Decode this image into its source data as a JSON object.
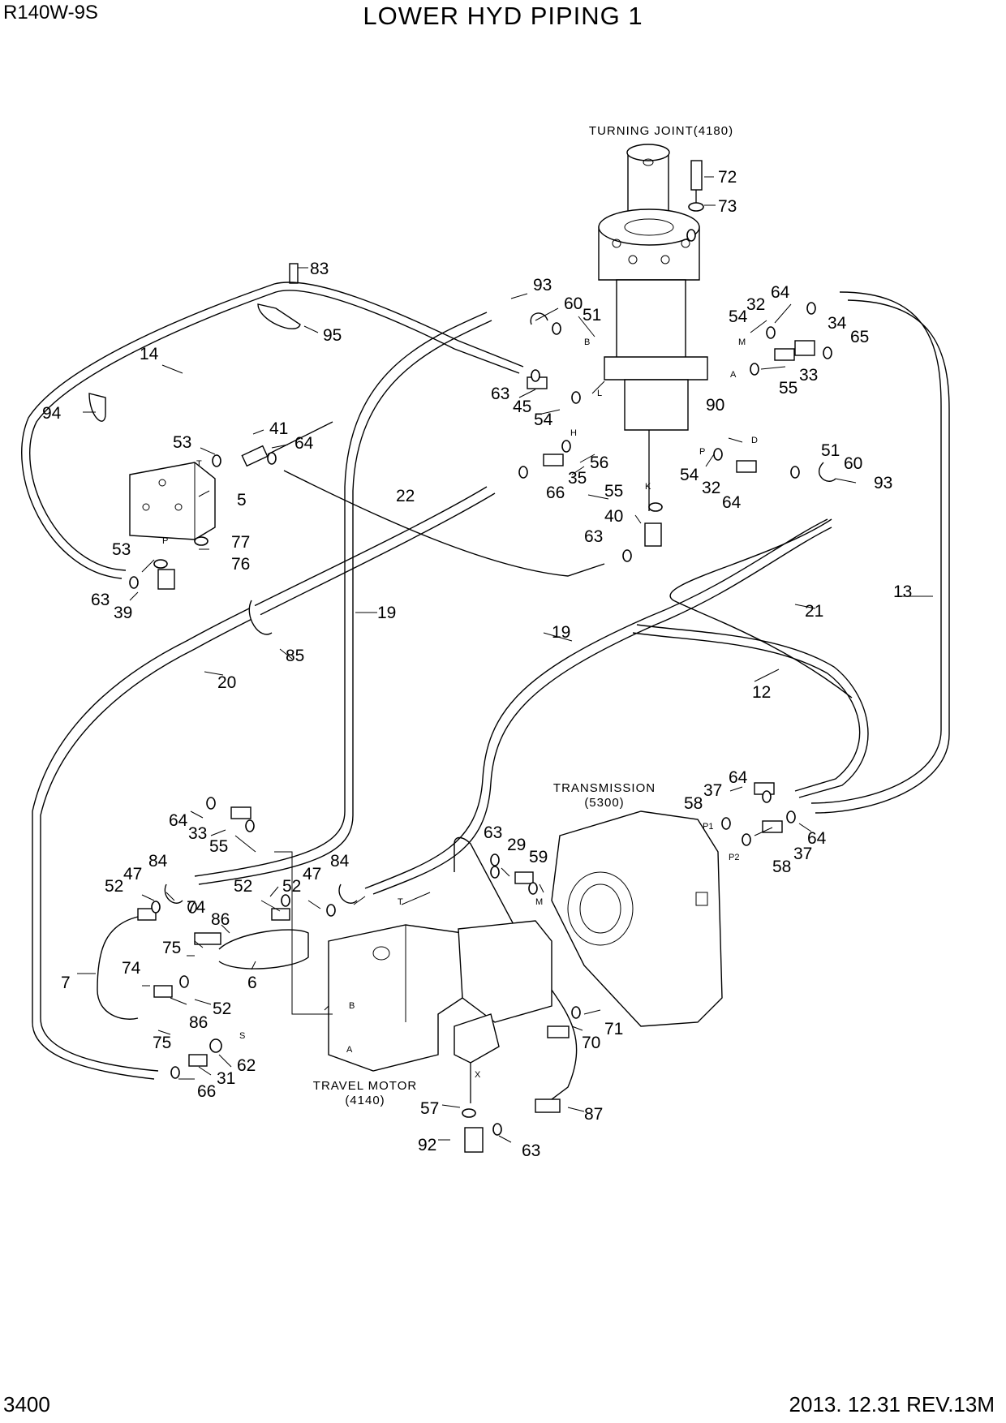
{
  "header": {
    "model": "R140W-9S",
    "title": "LOWER HYD PIPING 1"
  },
  "footer": {
    "page_number": "3400",
    "revision": "2013. 12.31  REV.13M"
  },
  "assemblies": {
    "turning_joint": "TURNING JOINT(4180)",
    "transmission_l1": "TRANSMISSION",
    "transmission_l2": "(5300)",
    "travel_motor_l1": "TRAVEL MOTOR",
    "travel_motor_l2": "(4140)"
  },
  "ports": [
    "B",
    "M",
    "A",
    "L",
    "H",
    "D",
    "P",
    "K",
    "T",
    "P",
    "P1",
    "P2",
    "T",
    "S",
    "B",
    "A",
    "X",
    "M"
  ],
  "callouts": [
    "72",
    "73",
    "83",
    "93",
    "60",
    "51",
    "64",
    "32",
    "54",
    "34",
    "65",
    "95",
    "14",
    "33",
    "55",
    "94",
    "63",
    "45",
    "54",
    "90",
    "41",
    "53",
    "64",
    "56",
    "51",
    "60",
    "93",
    "35",
    "66",
    "54",
    "32",
    "5",
    "22",
    "55",
    "64",
    "40",
    "77",
    "63",
    "76",
    "53",
    "13",
    "21",
    "63",
    "39",
    "19",
    "19",
    "85",
    "20",
    "12",
    "64",
    "37",
    "58",
    "64",
    "33",
    "55",
    "63",
    "29",
    "59",
    "84",
    "84",
    "47",
    "52",
    "47",
    "52",
    "52",
    "64",
    "58",
    "37",
    "74",
    "86",
    "75",
    "6",
    "7",
    "74",
    "52",
    "86",
    "71",
    "70",
    "75",
    "62",
    "31",
    "66",
    "57",
    "87",
    "92",
    "63"
  ]
}
